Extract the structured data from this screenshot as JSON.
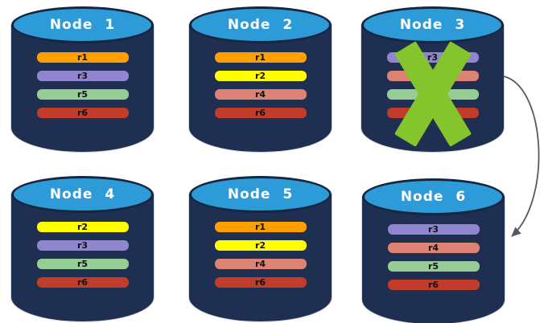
{
  "colors": {
    "cylinder_body": "#1E2F52",
    "cylinder_top": "#2E9BD9",
    "x_mark": "#84C42D",
    "arrow": "#595959"
  },
  "replica_palette": {
    "r1": "#FF9F00",
    "r2": "#FFFF00",
    "r3": "#9184D1",
    "r4": "#DD8374",
    "r5": "#95CD95",
    "r6": "#C23C2A"
  },
  "nodes": [
    {
      "title": "Node 1",
      "replicas": [
        {
          "label": "r1",
          "color": "#FF9F00"
        },
        {
          "label": "r3",
          "color": "#9184D1"
        },
        {
          "label": "r5",
          "color": "#95CD95"
        },
        {
          "label": "r6",
          "color": "#C23C2A"
        }
      ]
    },
    {
      "title": "Node 2",
      "replicas": [
        {
          "label": "r1",
          "color": "#FF9F00"
        },
        {
          "label": "r2",
          "color": "#FFFF00"
        },
        {
          "label": "r4",
          "color": "#DD8374"
        },
        {
          "label": "r6",
          "color": "#C23C2A"
        }
      ]
    },
    {
      "title": "Node 3",
      "replicas": [
        {
          "label": "r3",
          "color": "#9184D1"
        },
        {
          "label": "r4",
          "color": "#DD8374"
        },
        {
          "label": "r5",
          "color": "#95CD95"
        },
        {
          "label": "r6",
          "color": "#C23C2A"
        }
      ]
    },
    {
      "title": "Node 4",
      "replicas": [
        {
          "label": "r2",
          "color": "#FFFF00"
        },
        {
          "label": "r3",
          "color": "#9184D1"
        },
        {
          "label": "r5",
          "color": "#95CD95"
        },
        {
          "label": "r6",
          "color": "#C23C2A"
        }
      ]
    },
    {
      "title": "Node 5",
      "replicas": [
        {
          "label": "r1",
          "color": "#FF9F00"
        },
        {
          "label": "r2",
          "color": "#FFFF00"
        },
        {
          "label": "r4",
          "color": "#DD8374"
        },
        {
          "label": "r6",
          "color": "#C23C2A"
        }
      ]
    },
    {
      "title": "Node 6",
      "replicas": [
        {
          "label": "r3",
          "color": "#9184D1"
        },
        {
          "label": "r4",
          "color": "#DD8374"
        },
        {
          "label": "r5",
          "color": "#95CD95"
        },
        {
          "label": "r6",
          "color": "#C23C2A"
        }
      ]
    }
  ],
  "overlays": {
    "failed_node": "Node 3",
    "arrow_from": "Node 3",
    "arrow_to": "Node 6"
  }
}
